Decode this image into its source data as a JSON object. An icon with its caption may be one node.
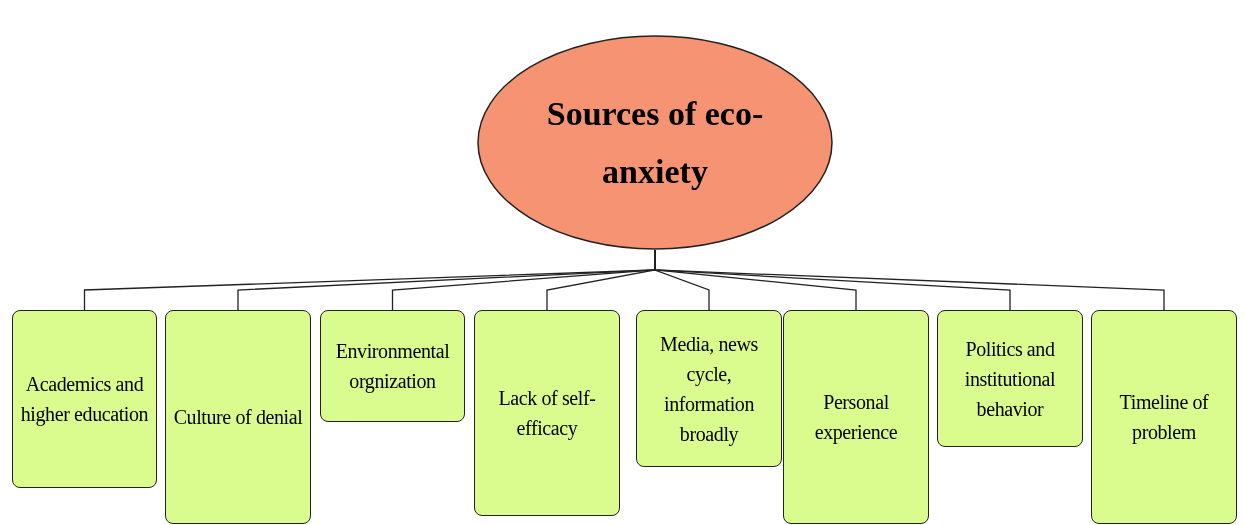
{
  "diagram": {
    "nodes": [
      {
        "text": [
          "Sources of eco-anxiety"
        ]
      },
      {
        "text": [
          "Academics and higher education"
        ]
      },
      {
        "text": [
          "Culture of denial"
        ]
      },
      {
        "text": [
          "Environmental orgnization"
        ]
      },
      {
        "text": [
          "Lack of self-efficacy"
        ]
      },
      {
        "text": [
          "Media, news cycle, information broadly"
        ]
      },
      {
        "text": [
          "Personal experience"
        ]
      },
      {
        "text": [
          "Politics and institutional behavior"
        ]
      },
      {
        "text": [
          "Timeline of problem"
        ]
      }
    ],
    "edges": [
      {
        "from": 0,
        "to": 1,
        "arrow": "none"
      },
      {
        "from": 0,
        "to": 2,
        "arrow": "none"
      },
      {
        "from": 0,
        "to": 3,
        "arrow": "none"
      },
      {
        "from": 0,
        "to": 4,
        "arrow": "none"
      },
      {
        "from": 0,
        "to": 5,
        "arrow": "none"
      },
      {
        "from": 0,
        "to": 6,
        "arrow": "none"
      },
      {
        "from": 0,
        "to": 7,
        "arrow": "none"
      },
      {
        "from": 0,
        "to": 8,
        "arrow": "none"
      }
    ]
  }
}
